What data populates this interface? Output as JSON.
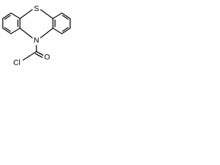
{
  "structure": {
    "atoms": {
      "sulfur": "S",
      "nitrogen": "N",
      "oxygen": "O",
      "chlorine": "Cl"
    }
  }
}
